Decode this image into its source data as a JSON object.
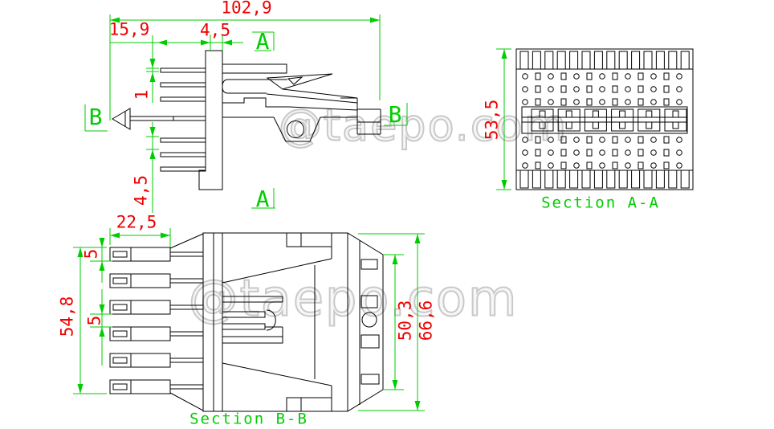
{
  "colors": {
    "green": "#00cd00",
    "red": "#ee0000",
    "black": "#000000",
    "watermark_gray": "#c9c9c9"
  },
  "watermarks": {
    "upper": "@taepo.com",
    "lower": "@taepo.com"
  },
  "side_view": {
    "dim_overall_width": "102,9",
    "dim_tip_offset": "15,9",
    "dim_body_width": "4,5",
    "dim_pin_thickness": "1",
    "dim_pin_spacing": "4,5",
    "marker_section_a_top": "A",
    "marker_section_a_bottom": "A",
    "marker_section_b_left": "B",
    "marker_section_b_right": "B"
  },
  "section_aa": {
    "label": "Section A-A",
    "dim_height": "53,5"
  },
  "section_bb": {
    "label": "Section B-B",
    "dim_prong_length": "22,5",
    "dim_prong_height": "5",
    "dim_prong_stack_height": "54,8",
    "dim_prong_gap": "5",
    "dim_inner_height": "50,3",
    "dim_overall_height": "66,6"
  }
}
